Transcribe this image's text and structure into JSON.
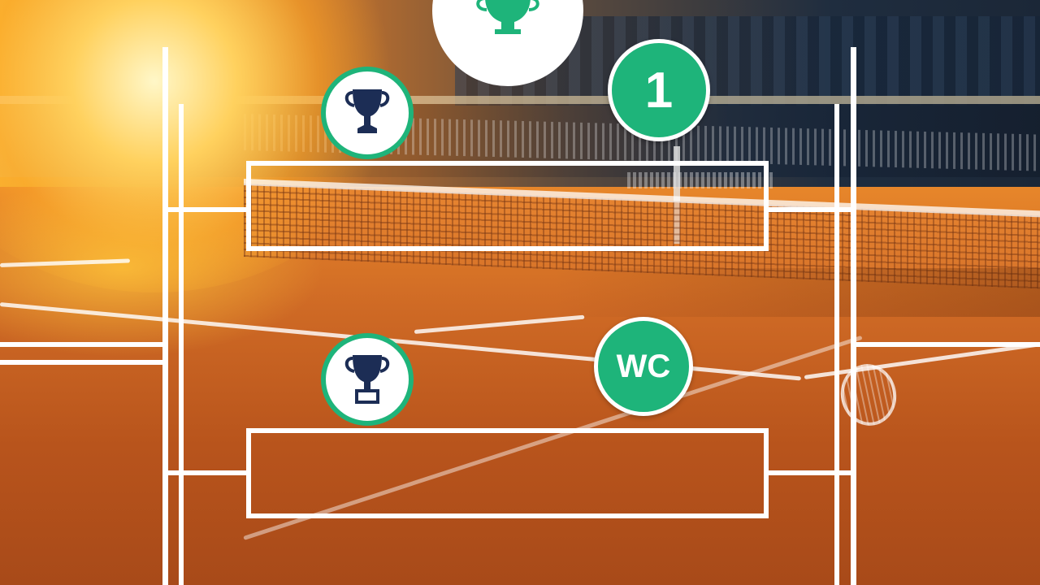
{
  "colors": {
    "accent_green": "#1eb47a",
    "trophy_navy": "#1c2d55",
    "bracket_line": "#ffffff",
    "clay": "#c9622a"
  },
  "header_badge": {
    "icon": "trophy-icon"
  },
  "matches": [
    {
      "position": "upper",
      "icon": "trophy-icon",
      "seed_badge": "1",
      "player_text": ""
    },
    {
      "position": "lower",
      "icon": "trophy-icon",
      "seed_badge": "WC",
      "player_text": ""
    }
  ]
}
